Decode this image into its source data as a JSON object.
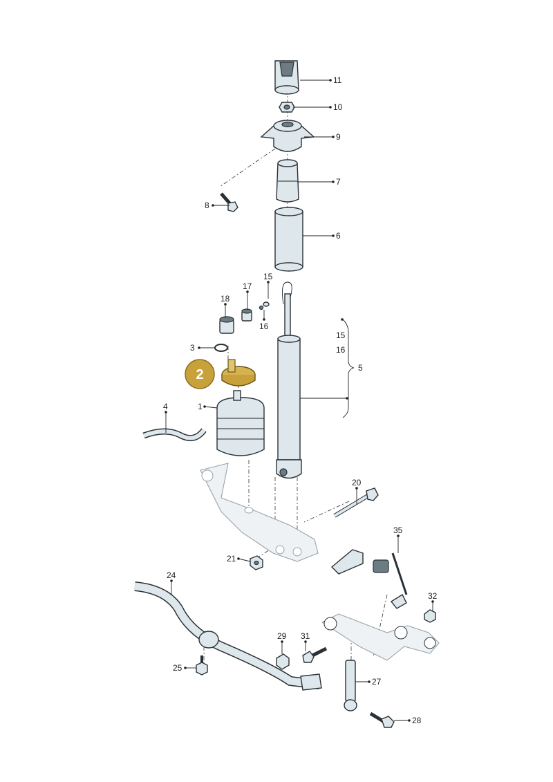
{
  "highlight": {
    "label": "2",
    "color": "#c9a13a"
  },
  "callouts": [
    {
      "key": "c11",
      "label": "11"
    },
    {
      "key": "c10",
      "label": "10"
    },
    {
      "key": "c9",
      "label": "9"
    },
    {
      "key": "c7",
      "label": "7"
    },
    {
      "key": "c8",
      "label": "8"
    },
    {
      "key": "c6",
      "label": "6"
    },
    {
      "key": "c15a",
      "label": "15"
    },
    {
      "key": "c17",
      "label": "17"
    },
    {
      "key": "c18",
      "label": "18"
    },
    {
      "key": "c16a",
      "label": "16"
    },
    {
      "key": "c15b",
      "label": "15"
    },
    {
      "key": "c16b",
      "label": "16"
    },
    {
      "key": "c5",
      "label": "5"
    },
    {
      "key": "c3",
      "label": "3"
    },
    {
      "key": "c1",
      "label": "1"
    },
    {
      "key": "c4",
      "label": "4"
    },
    {
      "key": "c20",
      "label": "20"
    },
    {
      "key": "c35",
      "label": "35"
    },
    {
      "key": "c21",
      "label": "21"
    },
    {
      "key": "c24",
      "label": "24"
    },
    {
      "key": "c32",
      "label": "32"
    },
    {
      "key": "c29",
      "label": "29"
    },
    {
      "key": "c31",
      "label": "31"
    },
    {
      "key": "c25",
      "label": "25"
    },
    {
      "key": "c27",
      "label": "27"
    },
    {
      "key": "c28",
      "label": "28"
    }
  ]
}
